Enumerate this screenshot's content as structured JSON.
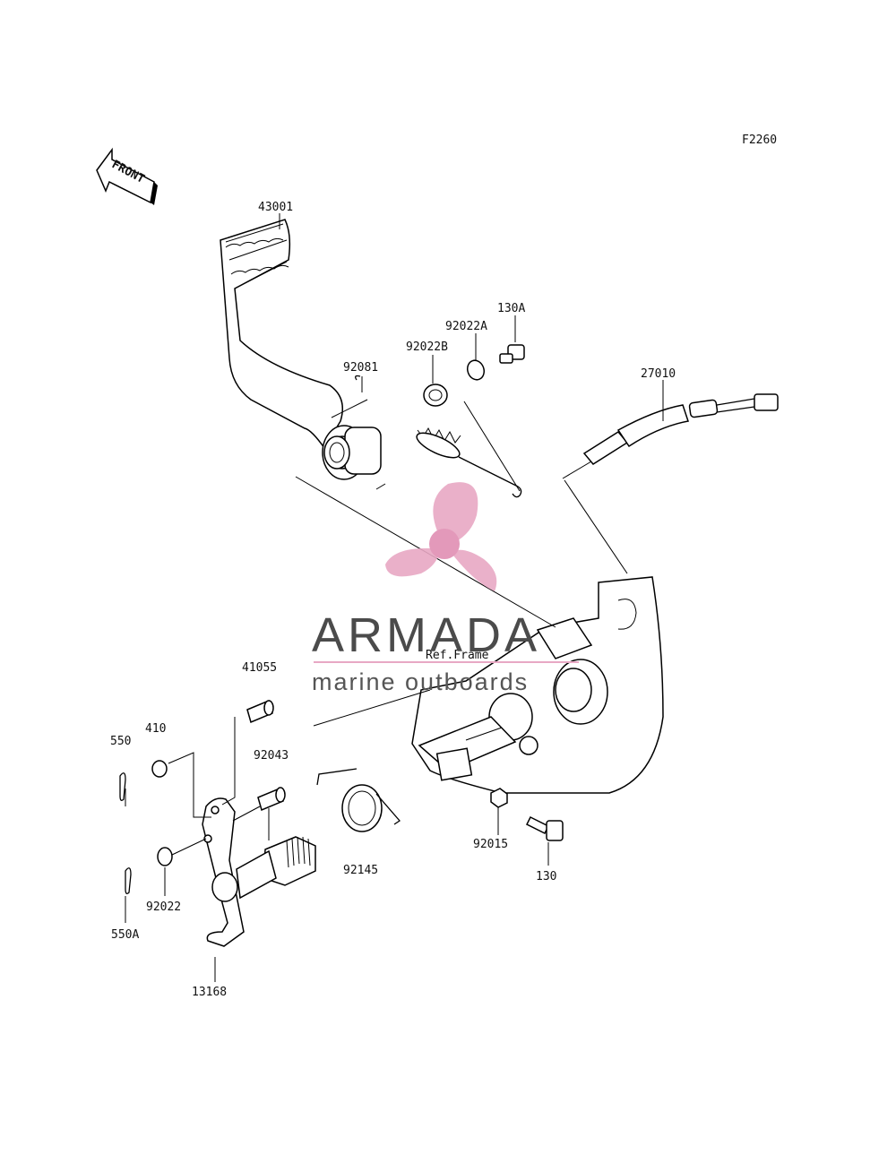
{
  "figure_code": "F2260",
  "front_arrow_text": "FRONT",
  "ref_frame_label": "Ref.Frame",
  "parts": {
    "p43001": "43001",
    "p130A": "130A",
    "p92022A": "92022A",
    "p92022B": "92022B",
    "p92081": "92081",
    "p27010": "27010",
    "p41055": "41055",
    "p410": "410",
    "p550": "550",
    "p92043": "92043",
    "p92022": "92022",
    "p550A": "550A",
    "p13168": "13168",
    "p92145": "92145",
    "p92015": "92015",
    "p130": "130"
  },
  "watermark": {
    "brand": "ARMADA",
    "tagline": "marine outboards",
    "color_brand": "#4b4b4b",
    "color_logo": "#e8a8c4"
  }
}
